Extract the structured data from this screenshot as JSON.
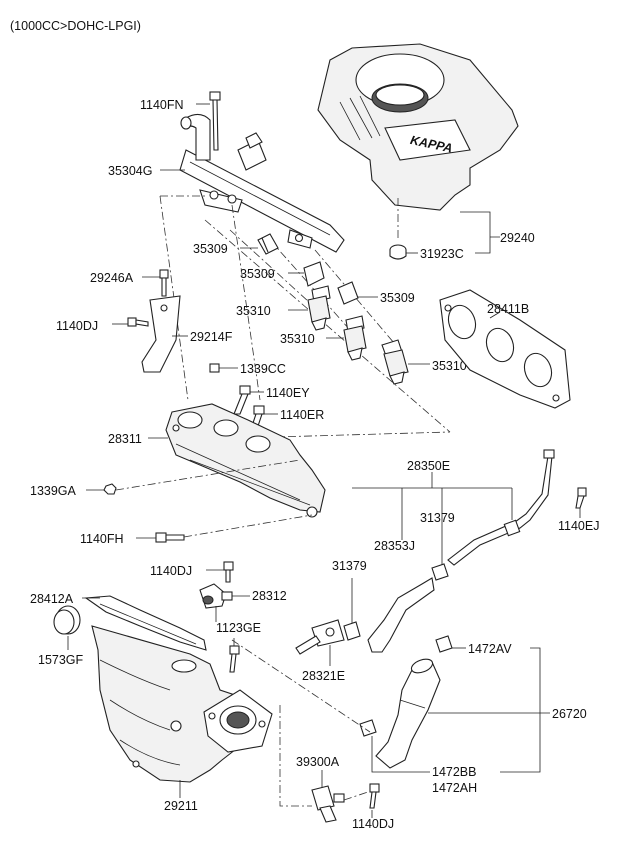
{
  "header": {
    "title": "(1000CC>DOHC-LPGI)"
  },
  "cover": {
    "logo_text": "KAPPA"
  },
  "labels": {
    "p1140FN": "1140FN",
    "p35304G": "35304G",
    "p35309_a": "35309",
    "p35309_b": "35309",
    "p35309_c": "35309",
    "p35310_a": "35310",
    "p35310_b": "35310",
    "p35310_c": "35310",
    "p29246A": "29246A",
    "p1140DJ_a": "1140DJ",
    "p29214F": "29214F",
    "p1339CC": "1339CC",
    "p1140EY": "1140EY",
    "p1140ER": "1140ER",
    "p28311": "28311",
    "p1339GA": "1339GA",
    "p1140FH": "1140FH",
    "p29240": "29240",
    "p31923C": "31923C",
    "p28411B": "28411B",
    "p28350E": "28350E",
    "p31379_a": "31379",
    "p31379_b": "31379",
    "p28353J": "28353J",
    "p1140EJ": "1140EJ",
    "p1140DJ_b": "1140DJ",
    "p28412A": "28412A",
    "p28312": "28312",
    "p1123GE": "1123GE",
    "p1573GF": "1573GF",
    "p28321E": "28321E",
    "p1472AV": "1472AV",
    "p26720": "26720",
    "p39300A": "39300A",
    "p1472BB": "1472BB",
    "p1472AH": "1472AH",
    "p29211": "29211",
    "p1140DJ_c": "1140DJ"
  }
}
